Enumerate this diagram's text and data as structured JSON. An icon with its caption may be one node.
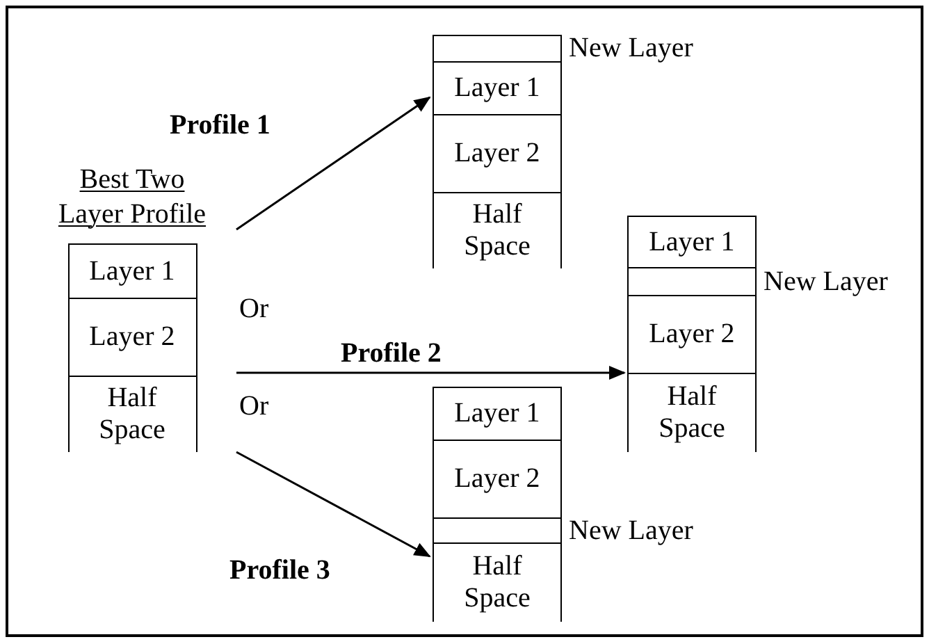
{
  "diagram": {
    "nodes": [
      {
        "text": [
          "Best Two Layer Profile"
        ]
      },
      {
        "text": [
          "Layer 1"
        ],
        "in": 0
      },
      {
        "text": [
          "Layer 2"
        ],
        "in": 0
      },
      {
        "text": [
          "Half Space"
        ],
        "in": 0
      },
      {
        "text": [],
        "shape": "box"
      },
      {
        "text": [],
        "shape": "bar",
        "in": 4,
        "beside": [
          "New Layer"
        ]
      },
      {
        "text": [
          "Layer 1"
        ],
        "in": 4
      },
      {
        "text": [
          "Layer 2"
        ],
        "in": 4
      },
      {
        "text": [
          "Half Space"
        ],
        "in": 4
      },
      {
        "text": [],
        "shape": "box"
      },
      {
        "text": [
          "Layer 1"
        ],
        "in": 9
      },
      {
        "text": [],
        "shape": "bar",
        "in": 9,
        "beside": [
          "New Layer"
        ]
      },
      {
        "text": [
          "Layer 2"
        ],
        "in": 9
      },
      {
        "text": [
          "Half Space"
        ],
        "in": 9
      },
      {
        "text": [],
        "shape": "box"
      },
      {
        "text": [
          "Layer 1"
        ],
        "in": 14
      },
      {
        "text": [
          "Layer 2"
        ],
        "in": 14
      },
      {
        "text": [],
        "shape": "bar",
        "in": 14,
        "beside": [
          "New Layer"
        ]
      },
      {
        "text": [
          "Half Space"
        ],
        "in": 14
      }
    ],
    "edges": [
      {
        "from": 0,
        "to": 4,
        "arrow": "to",
        "label": "Profile 1"
      },
      {
        "from": 0,
        "to": 9,
        "arrow": "to",
        "label": "Profile 2"
      },
      {
        "from": 0,
        "to": 14,
        "arrow": "to",
        "label": "Profile 3"
      }
    ],
    "labels": [
      "Or",
      "Or"
    ]
  }
}
